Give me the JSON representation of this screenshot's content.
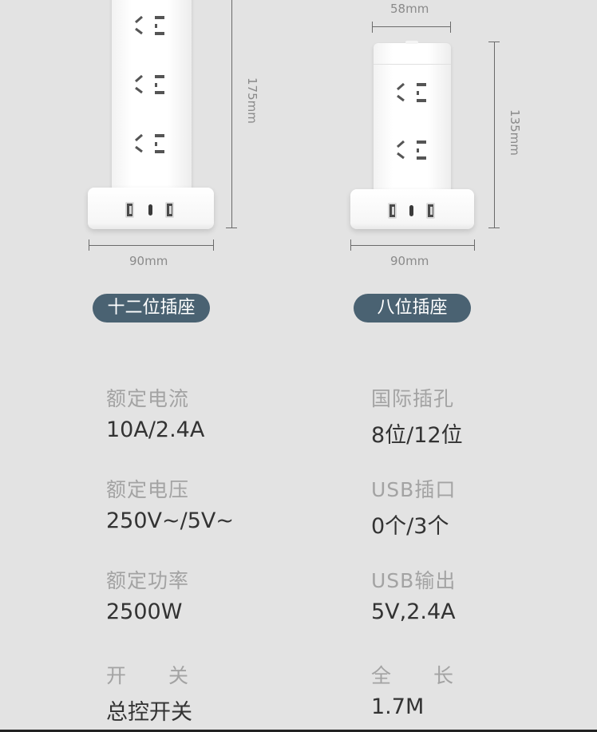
{
  "dimensions": {
    "twelve_width": "90mm",
    "twelve_height": "175mm",
    "eight_top_width": "58mm",
    "eight_height": "135mm",
    "eight_width": "90mm"
  },
  "tags": {
    "twelve": "十二位插座",
    "eight": "八位插座"
  },
  "specs": [
    {
      "label": "额定电流",
      "value": "10A/2.4A"
    },
    {
      "label": "国际插孔",
      "value": "8位/12位"
    },
    {
      "label": "额定电压",
      "value": "250V~/5V~"
    },
    {
      "label": "USB插口",
      "value": "0个/3个"
    },
    {
      "label": "额定功率",
      "value": "2500W"
    },
    {
      "label": "USB输出",
      "value": "5V,2.4A"
    },
    {
      "label": "开　　关",
      "value": "总控开关"
    },
    {
      "label": "全　　长",
      "value": "1.7M"
    }
  ],
  "colors": {
    "background": "#e3e3e3",
    "pill": "#4a6272",
    "label": "#a3a3a3",
    "value": "#333333"
  }
}
